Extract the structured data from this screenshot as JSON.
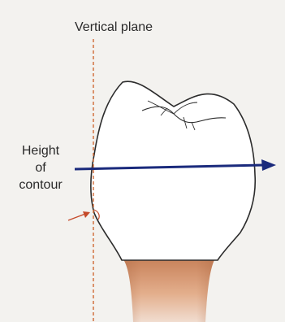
{
  "labels": {
    "vertical_plane": "Vertical plane",
    "height": "Height",
    "of": "of",
    "contour": "contour"
  },
  "colors": {
    "background": "#f3f2ef",
    "crown": "#ffffff",
    "crown_outline": "#2c2c2c",
    "root_top": "#c8825a",
    "root_bottom": "#f1ddd0",
    "arrow": "#1a2a7c",
    "vertical_plane_line": "#d06a35",
    "pointer_arrow": "#c54a2a"
  }
}
